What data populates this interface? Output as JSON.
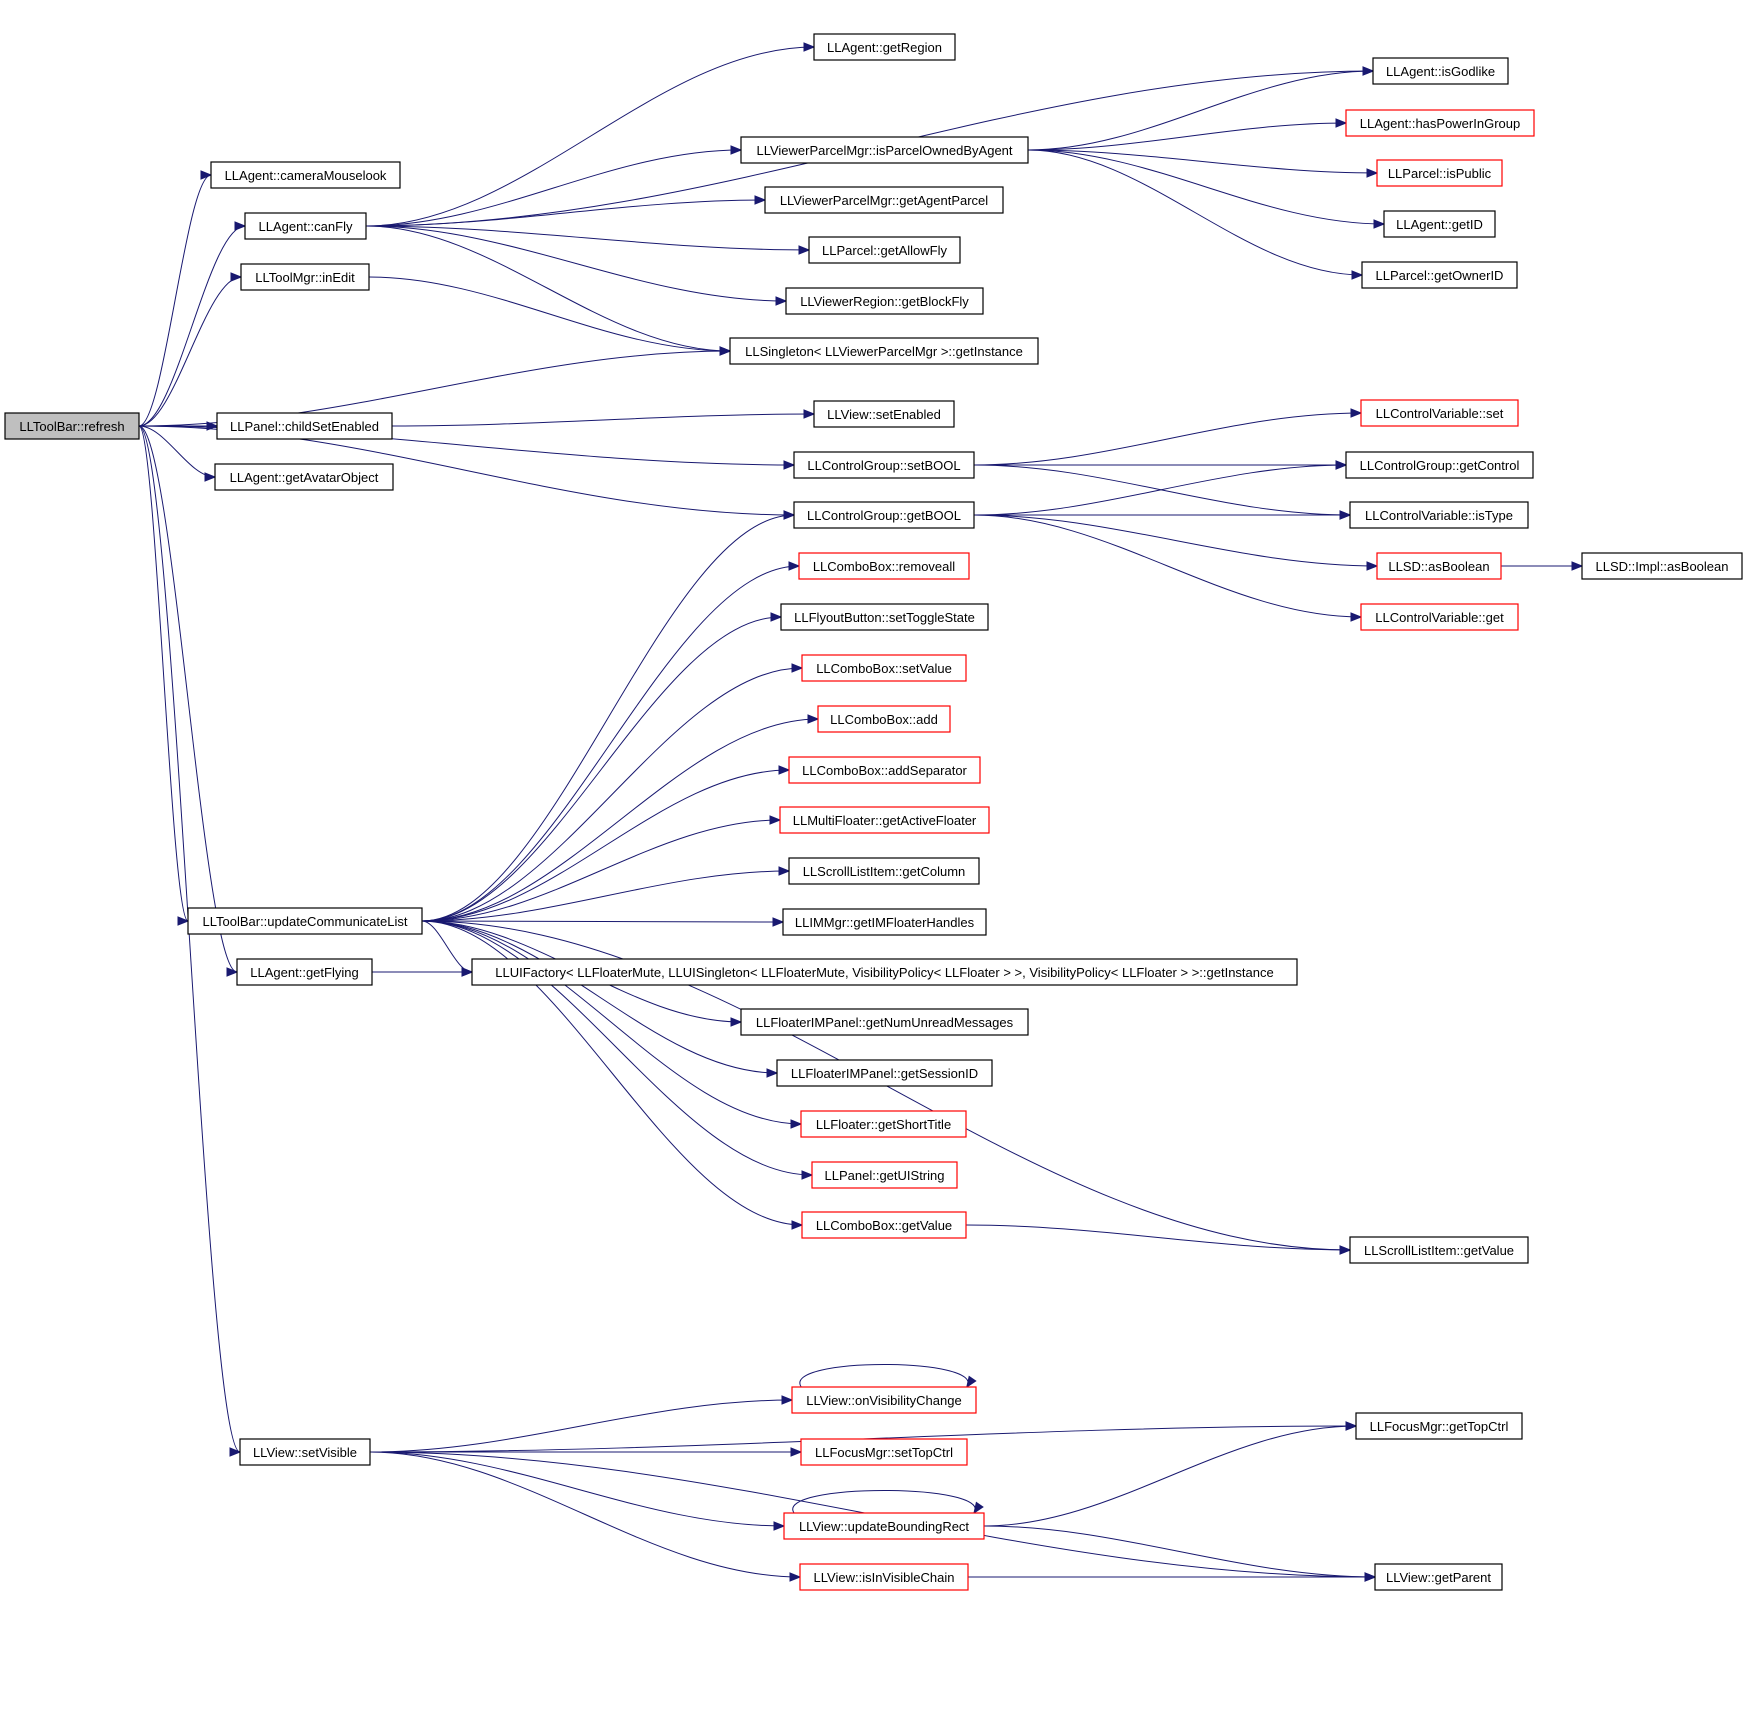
{
  "colors": {
    "edge": "#191970",
    "node_border": "#000000",
    "node_border_highlight": "#ff0000",
    "root_fill": "#bfbfbf",
    "node_fill": "#ffffff"
  },
  "nodes": [
    {
      "id": "refresh",
      "label": "LLToolBar::refresh",
      "style": "root"
    },
    {
      "id": "cameraMouselook",
      "label": "LLAgent::cameraMouselook",
      "style": "normal"
    },
    {
      "id": "canFly",
      "label": "LLAgent::canFly",
      "style": "normal"
    },
    {
      "id": "inEdit",
      "label": "LLToolMgr::inEdit",
      "style": "normal"
    },
    {
      "id": "childSetEnabled",
      "label": "LLPanel::childSetEnabled",
      "style": "normal"
    },
    {
      "id": "getAvatarObject",
      "label": "LLAgent::getAvatarObject",
      "style": "normal"
    },
    {
      "id": "updateCommunicateList",
      "label": "LLToolBar::updateCommunicateList",
      "style": "normal"
    },
    {
      "id": "getFlying",
      "label": "LLAgent::getFlying",
      "style": "normal"
    },
    {
      "id": "setVisible",
      "label": "LLView::setVisible",
      "style": "normal"
    },
    {
      "id": "getRegion",
      "label": "LLAgent::getRegion",
      "style": "normal"
    },
    {
      "id": "isParcelOwnedByAgent",
      "label": "LLViewerParcelMgr::isParcelOwnedByAgent",
      "style": "normal"
    },
    {
      "id": "getAgentParcel",
      "label": "LLViewerParcelMgr::getAgentParcel",
      "style": "normal"
    },
    {
      "id": "getAllowFly",
      "label": "LLParcel::getAllowFly",
      "style": "normal"
    },
    {
      "id": "getBlockFly",
      "label": "LLViewerRegion::getBlockFly",
      "style": "normal"
    },
    {
      "id": "singletonGetInstance",
      "label": "LLSingleton< LLViewerParcelMgr >::getInstance",
      "style": "normal"
    },
    {
      "id": "viewSetEnabled",
      "label": "LLView::setEnabled",
      "style": "normal"
    },
    {
      "id": "setBOOL",
      "label": "LLControlGroup::setBOOL",
      "style": "normal"
    },
    {
      "id": "getBOOL",
      "label": "LLControlGroup::getBOOL",
      "style": "normal"
    },
    {
      "id": "removeall",
      "label": "LLComboBox::removeall",
      "style": "red"
    },
    {
      "id": "setToggleState",
      "label": "LLFlyoutButton::setToggleState",
      "style": "normal"
    },
    {
      "id": "comboSetValue",
      "label": "LLComboBox::setValue",
      "style": "red"
    },
    {
      "id": "comboAdd",
      "label": "LLComboBox::add",
      "style": "red"
    },
    {
      "id": "addSeparator",
      "label": "LLComboBox::addSeparator",
      "style": "red"
    },
    {
      "id": "getActiveFloater",
      "label": "LLMultiFloater::getActiveFloater",
      "style": "red"
    },
    {
      "id": "getColumn",
      "label": "LLScrollListItem::getColumn",
      "style": "normal"
    },
    {
      "id": "getIMFloaterHandles",
      "label": "LLIMMgr::getIMFloaterHandles",
      "style": "normal"
    },
    {
      "id": "uiFactoryGetInstance",
      "label": "LLUIFactory< LLFloaterMute, LLUISingleton< LLFloaterMute, VisibilityPolicy< LLFloater > >, VisibilityPolicy< LLFloater > >::getInstance",
      "style": "normal"
    },
    {
      "id": "getNumUnreadMessages",
      "label": "LLFloaterIMPanel::getNumUnreadMessages",
      "style": "normal"
    },
    {
      "id": "getSessionID",
      "label": "LLFloaterIMPanel::getSessionID",
      "style": "normal"
    },
    {
      "id": "getShortTitle",
      "label": "LLFloater::getShortTitle",
      "style": "red"
    },
    {
      "id": "getUIString",
      "label": "LLPanel::getUIString",
      "style": "red"
    },
    {
      "id": "comboGetValue",
      "label": "LLComboBox::getValue",
      "style": "red"
    },
    {
      "id": "onVisibilityChange",
      "label": "LLView::onVisibilityChange",
      "style": "red"
    },
    {
      "id": "setTopCtrl",
      "label": "LLFocusMgr::setTopCtrl",
      "style": "red"
    },
    {
      "id": "updateBoundingRect",
      "label": "LLView::updateBoundingRect",
      "style": "red"
    },
    {
      "id": "isInVisibleChain",
      "label": "LLView::isInVisibleChain",
      "style": "red"
    },
    {
      "id": "isGodlike",
      "label": "LLAgent::isGodlike",
      "style": "normal"
    },
    {
      "id": "hasPowerInGroup",
      "label": "LLAgent::hasPowerInGroup",
      "style": "red"
    },
    {
      "id": "isPublic",
      "label": "LLParcel::isPublic",
      "style": "red"
    },
    {
      "id": "agentGetID",
      "label": "LLAgent::getID",
      "style": "normal"
    },
    {
      "id": "getOwnerID",
      "label": "LLParcel::getOwnerID",
      "style": "normal"
    },
    {
      "id": "cvSet",
      "label": "LLControlVariable::set",
      "style": "red"
    },
    {
      "id": "getControl",
      "label": "LLControlGroup::getControl",
      "style": "normal"
    },
    {
      "id": "isType",
      "label": "LLControlVariable::isType",
      "style": "normal"
    },
    {
      "id": "asBoolean",
      "label": "LLSD::asBoolean",
      "style": "red"
    },
    {
      "id": "implAsBoolean",
      "label": "LLSD::Impl::asBoolean",
      "style": "normal"
    },
    {
      "id": "cvGet",
      "label": "LLControlVariable::get",
      "style": "red"
    },
    {
      "id": "scrollGetValue",
      "label": "LLScrollListItem::getValue",
      "style": "normal"
    },
    {
      "id": "getTopCtrl",
      "label": "LLFocusMgr::getTopCtrl",
      "style": "normal"
    },
    {
      "id": "getParent",
      "label": "LLView::getParent",
      "style": "normal"
    }
  ],
  "edges": [
    [
      "refresh",
      "cameraMouselook"
    ],
    [
      "refresh",
      "canFly"
    ],
    [
      "refresh",
      "inEdit"
    ],
    [
      "refresh",
      "singletonGetInstance"
    ],
    [
      "refresh",
      "childSetEnabled"
    ],
    [
      "refresh",
      "getAvatarObject"
    ],
    [
      "refresh",
      "setBOOL"
    ],
    [
      "refresh",
      "getBOOL"
    ],
    [
      "refresh",
      "updateCommunicateList"
    ],
    [
      "refresh",
      "getFlying"
    ],
    [
      "refresh",
      "setVisible"
    ],
    [
      "canFly",
      "getRegion"
    ],
    [
      "canFly",
      "isGodlike"
    ],
    [
      "canFly",
      "isParcelOwnedByAgent"
    ],
    [
      "canFly",
      "getAgentParcel"
    ],
    [
      "canFly",
      "getAllowFly"
    ],
    [
      "canFly",
      "getBlockFly"
    ],
    [
      "canFly",
      "singletonGetInstance"
    ],
    [
      "inEdit",
      "singletonGetInstance"
    ],
    [
      "isParcelOwnedByAgent",
      "isGodlike"
    ],
    [
      "isParcelOwnedByAgent",
      "hasPowerInGroup"
    ],
    [
      "isParcelOwnedByAgent",
      "isPublic"
    ],
    [
      "isParcelOwnedByAgent",
      "agentGetID"
    ],
    [
      "isParcelOwnedByAgent",
      "getOwnerID"
    ],
    [
      "childSetEnabled",
      "viewSetEnabled"
    ],
    [
      "setBOOL",
      "cvSet"
    ],
    [
      "setBOOL",
      "getControl"
    ],
    [
      "setBOOL",
      "isType"
    ],
    [
      "getBOOL",
      "getControl"
    ],
    [
      "getBOOL",
      "isType"
    ],
    [
      "getBOOL",
      "asBoolean"
    ],
    [
      "getBOOL",
      "cvGet"
    ],
    [
      "asBoolean",
      "implAsBoolean"
    ],
    [
      "updateCommunicateList",
      "getBOOL"
    ],
    [
      "updateCommunicateList",
      "removeall"
    ],
    [
      "updateCommunicateList",
      "setToggleState"
    ],
    [
      "updateCommunicateList",
      "comboSetValue"
    ],
    [
      "updateCommunicateList",
      "comboAdd"
    ],
    [
      "updateCommunicateList",
      "addSeparator"
    ],
    [
      "updateCommunicateList",
      "getActiveFloater"
    ],
    [
      "updateCommunicateList",
      "getColumn"
    ],
    [
      "updateCommunicateList",
      "getIMFloaterHandles"
    ],
    [
      "updateCommunicateList",
      "uiFactoryGetInstance"
    ],
    [
      "updateCommunicateList",
      "getNumUnreadMessages"
    ],
    [
      "updateCommunicateList",
      "getSessionID"
    ],
    [
      "updateCommunicateList",
      "getShortTitle"
    ],
    [
      "updateCommunicateList",
      "getUIString"
    ],
    [
      "updateCommunicateList",
      "comboGetValue"
    ],
    [
      "updateCommunicateList",
      "scrollGetValue"
    ],
    [
      "getFlying",
      "uiFactoryGetInstance"
    ],
    [
      "comboGetValue",
      "scrollGetValue"
    ],
    [
      "setVisible",
      "getTopCtrl"
    ],
    [
      "setVisible",
      "onVisibilityChange"
    ],
    [
      "setVisible",
      "setTopCtrl"
    ],
    [
      "setVisible",
      "updateBoundingRect"
    ],
    [
      "setVisible",
      "isInVisibleChain"
    ],
    [
      "setVisible",
      "getParent"
    ],
    [
      "onVisibilityChange",
      "onVisibilityChange"
    ],
    [
      "updateBoundingRect",
      "updateBoundingRect"
    ],
    [
      "updateBoundingRect",
      "getTopCtrl"
    ],
    [
      "updateBoundingRect",
      "getParent"
    ],
    [
      "isInVisibleChain",
      "getParent"
    ]
  ]
}
